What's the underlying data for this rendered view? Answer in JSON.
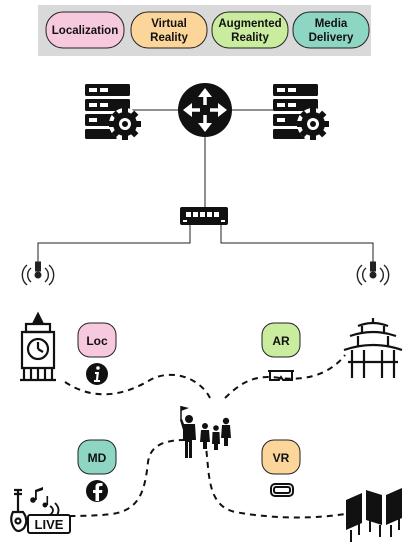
{
  "legend": {
    "items": [
      {
        "lines": [
          "Localization"
        ],
        "color": "#f6c9de"
      },
      {
        "lines": [
          "Virtual",
          "Reality"
        ],
        "color": "#fbd59a"
      },
      {
        "lines": [
          "Augmented",
          "Reality"
        ],
        "color": "#c9ec9e"
      },
      {
        "lines": [
          "Media",
          "Delivery"
        ],
        "color": "#8ed6c4"
      }
    ],
    "background": "#d9d9d9"
  },
  "badges": {
    "loc": {
      "text": "Loc",
      "color": "#f6c9de",
      "icon": "info-icon"
    },
    "ar": {
      "text": "AR",
      "color": "#c9ec9e",
      "icon": "ar-glasses-icon"
    },
    "md": {
      "text": "MD",
      "color": "#8ed6c4",
      "icon": "facebook-icon"
    },
    "vr": {
      "text": "VR",
      "color": "#fbd59a",
      "icon": "vr-headset-icon"
    }
  },
  "icons": {
    "server_left": "server-gear-icon",
    "router": "router-icon",
    "server_right": "server-gear-icon",
    "switch": "network-switch-icon",
    "ap_left": "access-point-icon",
    "ap_right": "access-point-icon",
    "clock_tower": "clock-tower-icon",
    "pagoda": "pagoda-icon",
    "tour_group": "tour-group-icon",
    "live_music": "live-music-icon",
    "exhibition": "exhibition-panels-icon"
  },
  "live_text": "LIVE"
}
